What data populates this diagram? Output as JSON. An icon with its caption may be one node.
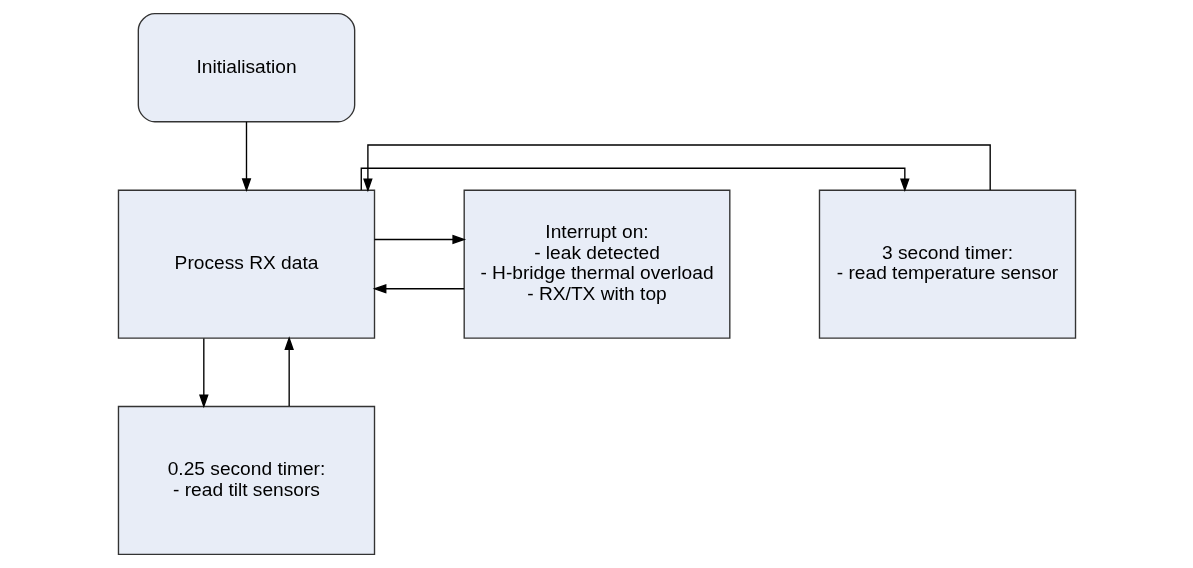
{
  "diagram": {
    "nodes": [
      {
        "text": [
          "Initialisation"
        ]
      },
      {
        "text": [
          "3 second timer:",
          "- read temperature sensor"
        ]
      },
      {
        "text": [
          "Process RX data"
        ]
      },
      {
        "text": [
          "Interrupt on:",
          "- leak detected",
          "- H-bridge thermal overload",
          "- RX/TX with top"
        ]
      },
      {
        "text": [
          "0.25 second timer:",
          "- read tilt sensors"
        ]
      }
    ],
    "edges": [
      {
        "from": 0,
        "to": 2,
        "arrow": "to"
      },
      {
        "from": 1,
        "to": 2,
        "arrow": "to"
      },
      {
        "from": 3,
        "to": 2,
        "arrow": "to"
      },
      {
        "from": 4,
        "to": 2,
        "arrow": "to"
      },
      {
        "from": 2,
        "to": 1,
        "arrow": "to"
      },
      {
        "from": 2,
        "to": 3,
        "arrow": "to"
      },
      {
        "from": 2,
        "to": 4,
        "arrow": "to"
      }
    ]
  }
}
